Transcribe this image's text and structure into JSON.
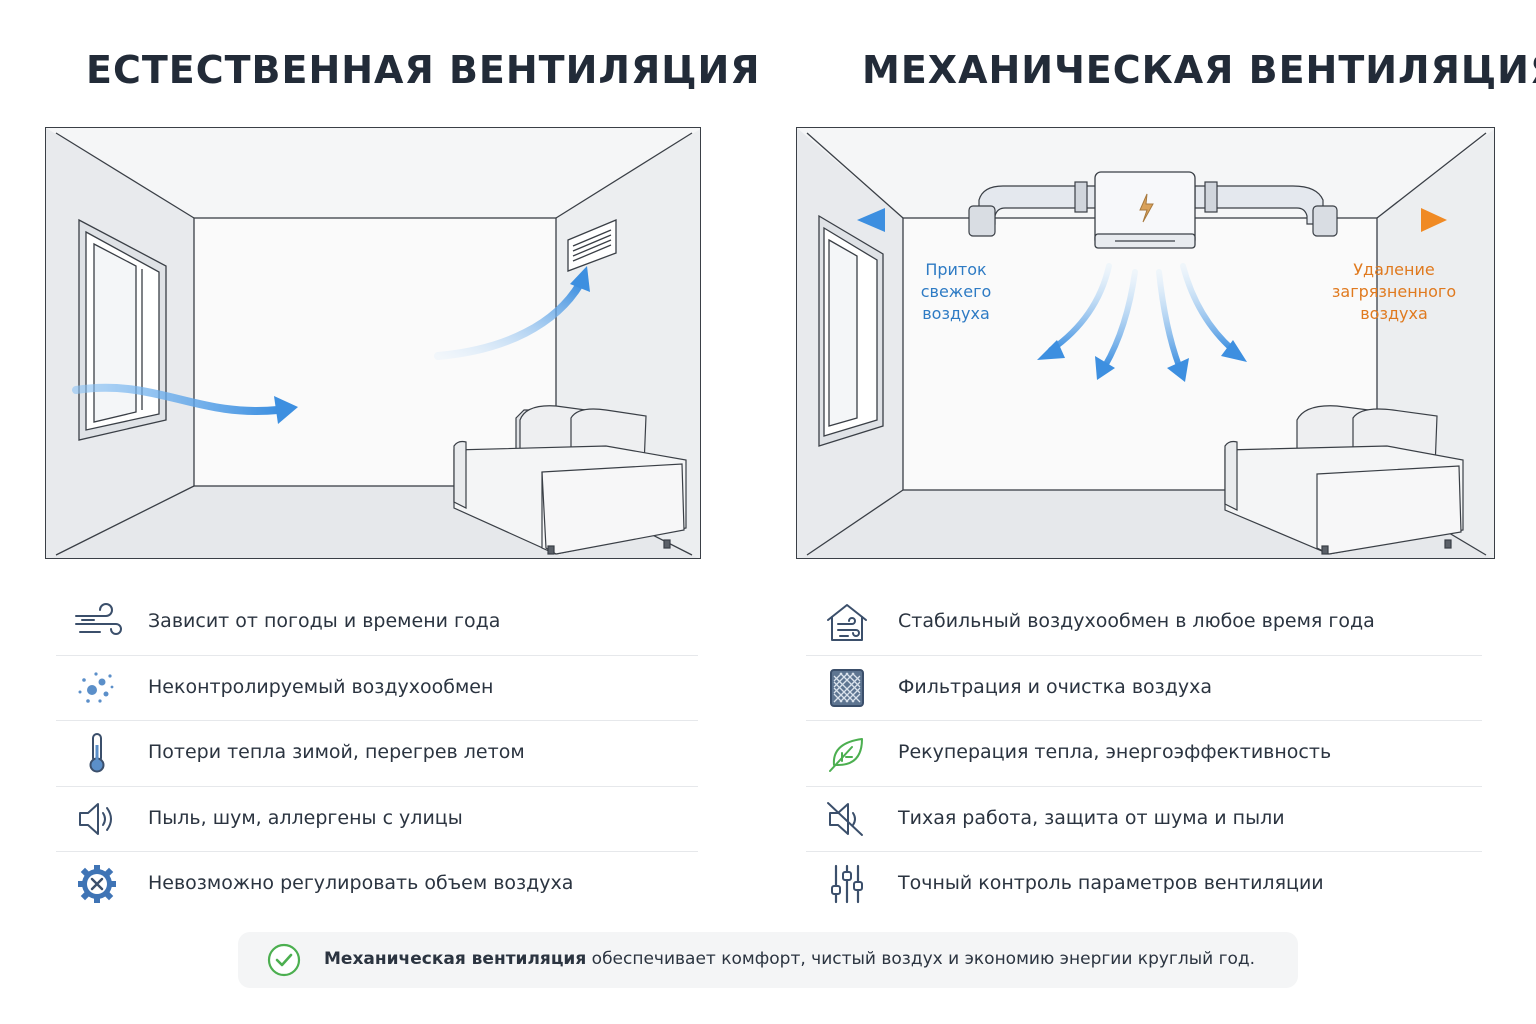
{
  "titles": {
    "left": "ЕСТЕСТВЕННАЯ ВЕНТИЛЯЦИЯ",
    "right": "МЕХАНИЧЕСКАЯ ВЕНТИЛЯЦИЯ"
  },
  "labels": {
    "supply": "Приток\nсвежего\nвоздуха",
    "exhaust": "Удаление\nзагрязненного\nвоздуха"
  },
  "colors": {
    "supply": "#3d8fe0",
    "exhaust": "#f08a24",
    "check": "#4caf50",
    "icon": "#3b4f6b"
  },
  "natural": [
    {
      "icon": "wind-icon",
      "text": "Зависит от погоды и времени года"
    },
    {
      "icon": "particles-icon",
      "text": "Неконтролируемый воздухообмен"
    },
    {
      "icon": "thermometer-icon",
      "text": "Потери тепла зимой, перегрев летом"
    },
    {
      "icon": "speaker-icon",
      "text": "Пыль, шум, аллергены с улицы"
    },
    {
      "icon": "gear-x-icon",
      "text": "Невозможно регулировать объем воздуха"
    }
  ],
  "mechanical": [
    {
      "icon": "house-airflow-icon",
      "text": "Стабильный воздухообмен в любое время года"
    },
    {
      "icon": "filter-icon",
      "text": "Фильтрация и очистка воздуха"
    },
    {
      "icon": "leaf-icon",
      "text": "Рекуперация тепла, энергоэффективность"
    },
    {
      "icon": "muted-speaker-icon",
      "text": "Тихая работа, защита от шума и пыли"
    },
    {
      "icon": "sliders-icon",
      "text": "Точный контроль параметров вентиляции"
    }
  ],
  "banner": {
    "bold": "Механическая вентиляция",
    "rest": " обеспечивает комфорт, чистый воздух и экономию энергии круглый год."
  }
}
